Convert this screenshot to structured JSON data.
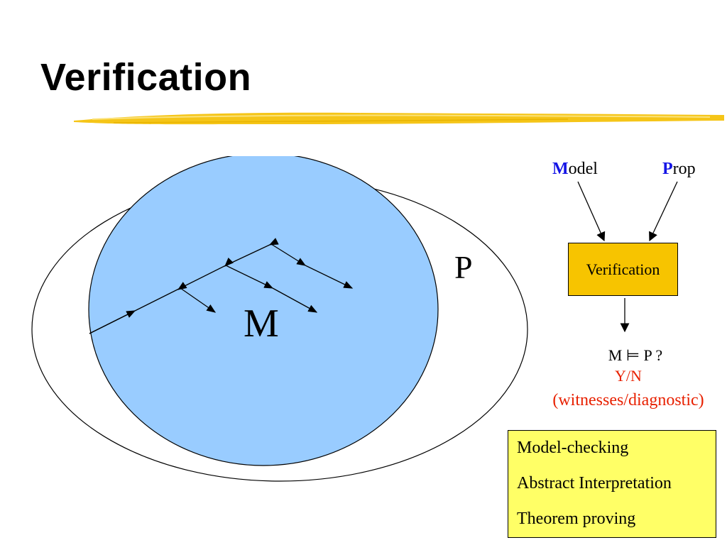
{
  "slide": {
    "title": "Verification"
  },
  "venn": {
    "outer_label": "P",
    "inner_label": "M",
    "inner_fill": "#99ccff"
  },
  "flow": {
    "model_input": {
      "initial": "M",
      "rest": "odel"
    },
    "prop_input": {
      "initial": "P",
      "rest": "rop"
    },
    "box_label": "Verification",
    "box_color": "#f7c400",
    "result_query": "M ⊨ P ?",
    "result_answer": "Y/N",
    "result_detail": "(witnesses/diagnostic)"
  },
  "techniques": {
    "items": [
      "Model-checking",
      "Abstract Interpretation",
      "Theorem proving"
    ],
    "fill": "#ffff66"
  },
  "colors": {
    "title_underline": "#f5c518",
    "accent_blue": "#1515e6",
    "accent_red": "#e82000"
  }
}
